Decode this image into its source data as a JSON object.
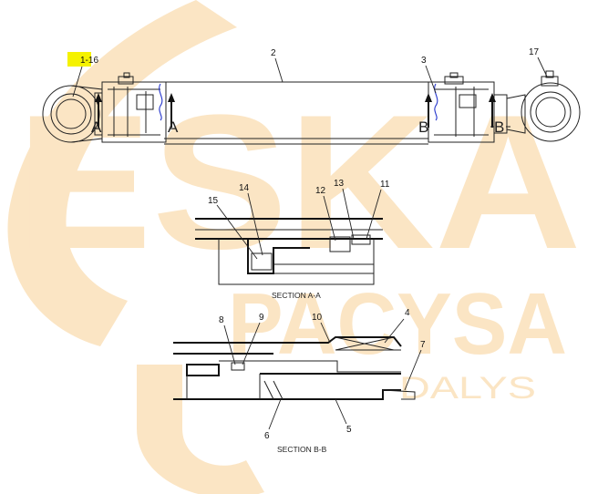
{
  "watermark": {
    "brand": "ESKA",
    "sub_brand": "PACYSA",
    "sub_caption": "DALYS",
    "color": "#fbe5c4"
  },
  "highlight_color": "#f5f200",
  "callouts": {
    "c1": "1-16",
    "c2": "2",
    "c3": "3",
    "c4": "4",
    "c5": "5",
    "c6": "6",
    "c7": "7",
    "c8": "8",
    "c9": "9",
    "c10": "10",
    "c11": "11",
    "c12": "12",
    "c13": "13",
    "c14": "14",
    "c15": "15",
    "c17": "17"
  },
  "section_marks": {
    "a_left": "A",
    "a_right": "A",
    "b_left": "B",
    "b_right": "B"
  },
  "section_titles": {
    "aa": "SECTION A-A",
    "bb": "SECTION B-B"
  }
}
